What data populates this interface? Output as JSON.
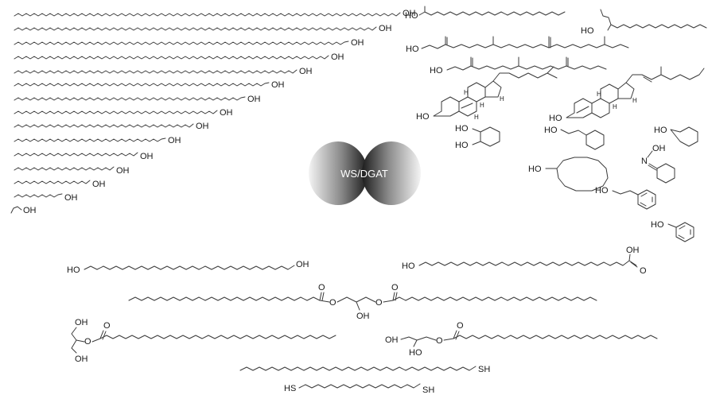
{
  "enzyme": {
    "label": "WS/DGAT"
  },
  "labels": {
    "OH": "OH",
    "HO": "HO",
    "SH": "SH",
    "HS": "HS",
    "H": "H",
    "O": "O",
    "N": "N"
  },
  "colors": {
    "bond": "#3a3a3a",
    "hub_light": "#f2f2f2",
    "hub_dark": "#1e1e1e"
  }
}
